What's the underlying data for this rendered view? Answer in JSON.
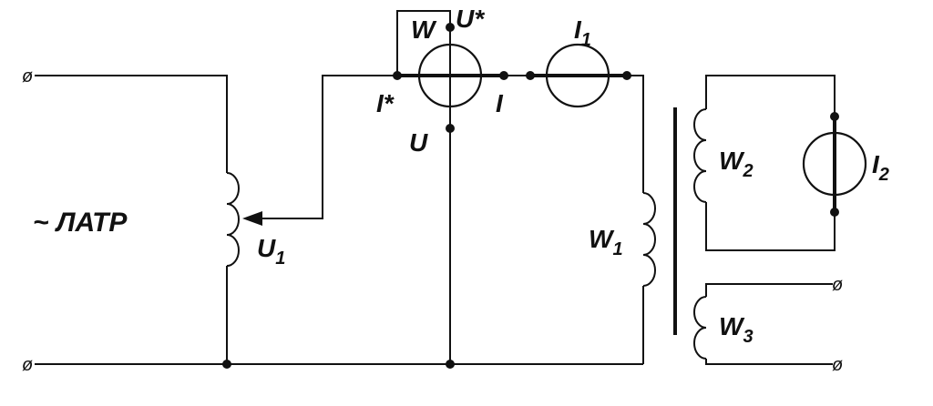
{
  "labels": {
    "latr": "~ ЛАТР",
    "u1_main": "U",
    "u1_sub": "1",
    "w_meter": "W",
    "u_star": "U*",
    "i_star": "I*",
    "i_current": "I",
    "u_voltage": "U",
    "i1_main": "I",
    "i1_sub": "1",
    "w1_main": "W",
    "w1_sub": "1",
    "w2_main": "W",
    "w2_sub": "2",
    "i2_main": "I",
    "i2_sub": "2",
    "w3_main": "W",
    "w3_sub": "3"
  },
  "terminal_symbol": "ø"
}
